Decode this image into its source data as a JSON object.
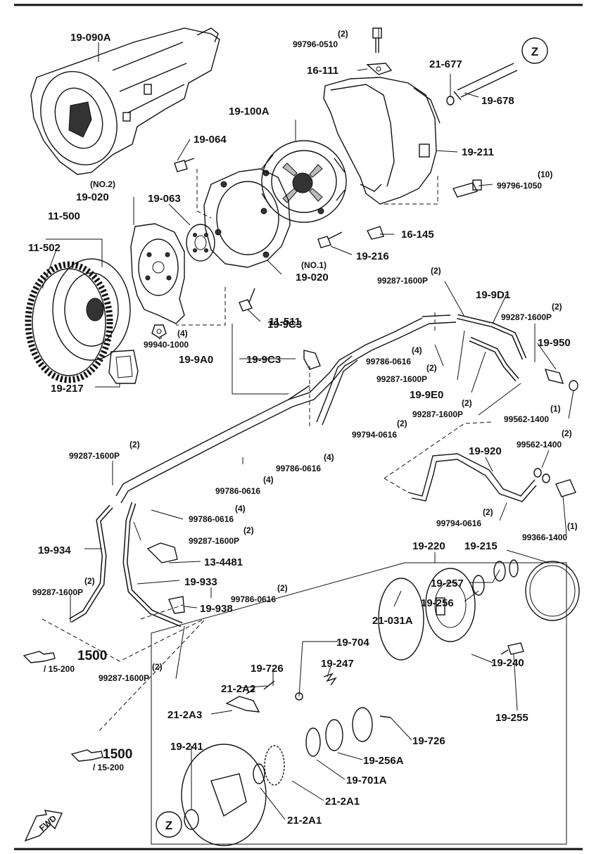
{
  "parts": {
    "p19_090A": "19-090A",
    "p99796_0510_qty": "(2)",
    "p99796_0510": "99796-0510",
    "p16_111": "16-111",
    "p21_677": "21-677",
    "p19_678": "19-678",
    "p19_100A": "19-100A",
    "p19_064": "19-064",
    "p19_211": "19-211",
    "p99796_1050_qty": "(10)",
    "p99796_1050": "99796-1050",
    "p19_020_no2_tag": "(NO.2)",
    "p19_020_no2": "19-020",
    "p19_063": "19-063",
    "p11_500": "11-500",
    "p11_502": "11-502",
    "p16_145": "16-145",
    "p19_216": "19-216",
    "p19_020_no1_tag": "(NO.1)",
    "p19_020_no1": "19-020",
    "p99287_1600P_a_qty": "(2)",
    "p99287_1600P_a": "99287-1600P",
    "p19_9D1": "19-9D1",
    "p11_511": "11-511",
    "p99287_1600P_b_qty": "(2)",
    "p99287_1600P_b": "99287-1600P",
    "p99940_1000_qty": "(4)",
    "p99940_1000": "99940-1000",
    "p19_9C3_top": "19-9C3",
    "p19_950": "19-950",
    "p99786_0616_a_qty": "(4)",
    "p99786_0616_a": "99786-0616",
    "p19_9A0": "19-9A0",
    "p19_9C3": "19-9C3",
    "p99287_1600P_c_qty": "(2)",
    "p99287_1600P_c": "99287-1600P",
    "p19_217": "19-217",
    "p19_9E0": "19-9E0",
    "p99287_1600P_d_qty": "(2)",
    "p99287_1600P_d": "99287-1600P",
    "p99562_1400_a_qty": "(1)",
    "p99562_1400_a": "99562-1400",
    "p99794_0616_a_qty": "(2)",
    "p99794_0616_a": "99794-0616",
    "p99562_1400_b_qty": "(2)",
    "p99562_1400_b": "99562-1400",
    "p99287_1600P_e_qty": "(2)",
    "p99287_1600P_e": "99287-1600P",
    "p19_920": "19-920",
    "p99786_0616_b_qty": "(4)",
    "p99786_0616_b": "99786-0616",
    "p99786_0616_c_qty": "(4)",
    "p99786_0616_c": "99786-0616",
    "p99786_0616_d_qty": "(4)",
    "p99786_0616_d": "99786-0616",
    "p99287_1600P_f_qty": "(2)",
    "p99287_1600P_f": "99287-1600P",
    "p99794_0616_b_qty": "(2)",
    "p99794_0616_b": "99794-0616",
    "p99366_1400_qty": "(1)",
    "p99366_1400": "99366-1400",
    "p19_934": "19-934",
    "p13_4481": "13-4481",
    "p19_220": "19-220",
    "p19_215": "19-215",
    "p19_933": "19-933",
    "p19_257": "19-257",
    "p99287_1600P_g_qty": "(2)",
    "p99287_1600P_g": "99287-1600P",
    "p99786_0616_e_qty": "(2)",
    "p99786_0616_e": "99786-0616",
    "p19_256": "19-256",
    "p19_938": "19-938",
    "p21_031A": "21-031A",
    "p19_704": "19-704",
    "p19_240": "19-240",
    "p99287_1600P_h_qty": "(2)",
    "p99287_1600P_h": "99287-1600P",
    "p19_726_top": "19-726",
    "p19_247": "19-247",
    "p21_2A2": "21-2A2",
    "p19_255": "19-255",
    "p21_2A3": "21-2A3",
    "p19_726": "19-726",
    "p19_241": "19-241",
    "p19_256A": "19-256A",
    "p19_701A": "19-701A",
    "p21_2A1_a": "21-2A1",
    "p21_2A1_b": "21-2A1"
  },
  "refs": [
    {
      "number": "1500",
      "page": "/ 15-200"
    },
    {
      "number": "1500",
      "page": "/ 15-200"
    }
  ],
  "markers": {
    "z_top": "Z",
    "z_bottom": "Z"
  },
  "fwd": "FWD"
}
